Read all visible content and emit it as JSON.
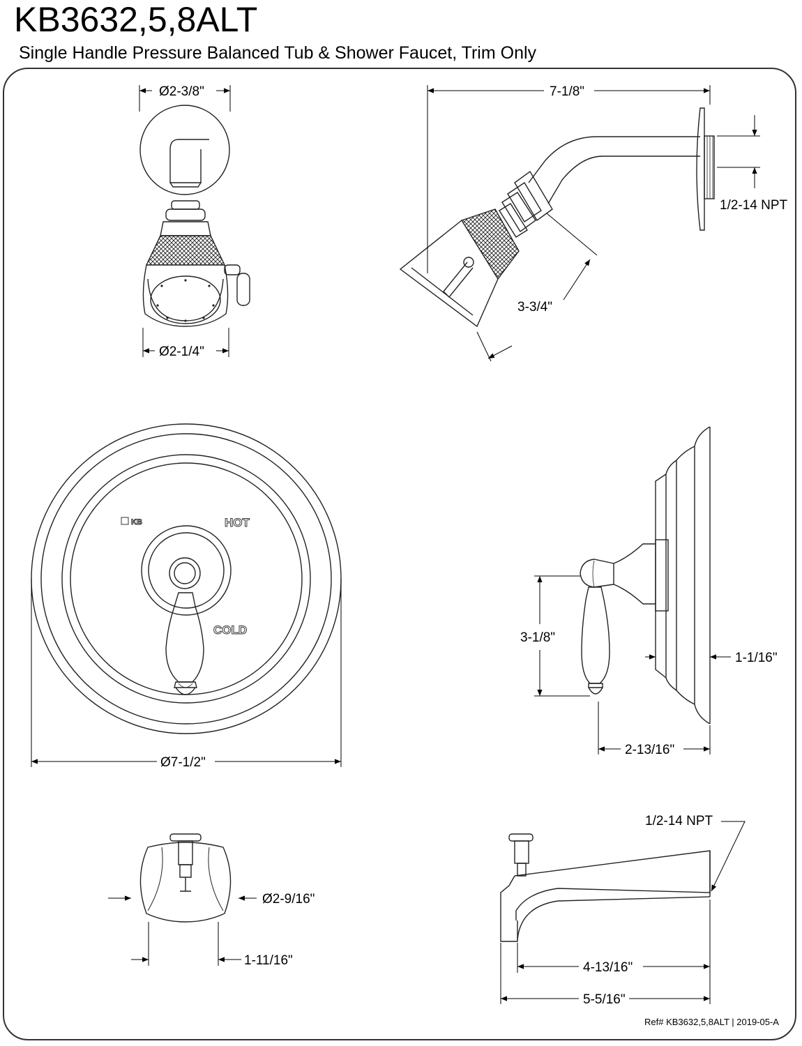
{
  "header": {
    "model": "KB3632,5,8ALT",
    "subtitle": "Single Handle Pressure Balanced Tub & Shower Faucet, Trim Only"
  },
  "dimensions": {
    "flange_diameter": "Ø2-3/8\"",
    "showerhead_face_diameter": "Ø2-1/4\"",
    "arm_reach": "7-1/8\"",
    "arm_thread": "1/2-14 NPT",
    "showerhead_length": "3-3/4\"",
    "plate_diameter": "Ø7-1/2\"",
    "handle_height": "3-1/8\"",
    "plate_depth": "1-1/16\"",
    "handle_projection": "2-13/16\"",
    "spout_diameter": "Ø2-9/16\"",
    "spout_width": "1-11/16\"",
    "spout_thread": "1/2-14 NPT",
    "spout_reach_inner": "4-13/16\"",
    "spout_reach_overall": "5-5/16\""
  },
  "plate_marks": {
    "brand": "KB",
    "hot": "HOT",
    "cold": "COLD"
  },
  "footer": {
    "reference": "Ref# KB3632,5,8ALT | 2019-05-A"
  }
}
